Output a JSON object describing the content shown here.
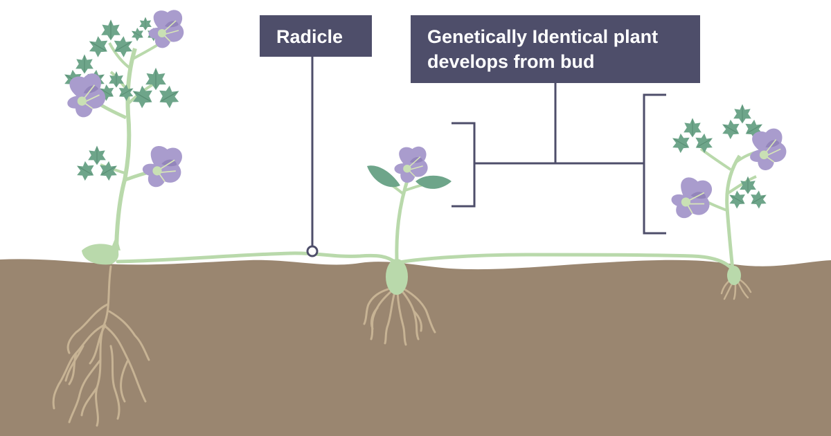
{
  "labels": {
    "radicle": "Radicle",
    "bud_line1": "Genetically Identical plant",
    "bud_line2": "develops from bud"
  },
  "colors": {
    "soil": "#9a8670",
    "stem": "#b9d9ab",
    "leaf": "#6ea58a",
    "leaf_dark": "#5a8f75",
    "petal": "#a99ccd",
    "petal_dark": "#9385bb",
    "root": "#c7b394",
    "label_bg": "#4e4e6a",
    "line": "#4e4e6a"
  }
}
